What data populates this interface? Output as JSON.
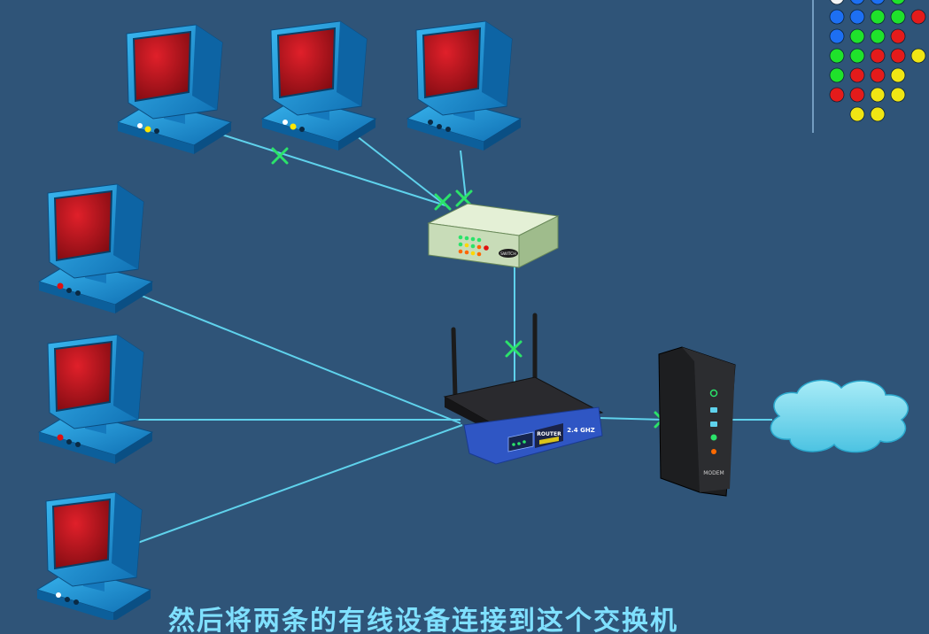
{
  "diagram": {
    "labels": {
      "switch": "SWITCH",
      "router": "ROUTER",
      "band": "2.4 GHZ",
      "modem": "MODEM"
    },
    "colors": {
      "background": "#2f5478",
      "link": "#5fd2ec",
      "packet": "#2be36a",
      "monitor_body": "#1a8fd4",
      "screen": "#c0121b",
      "switch_body": "#c8dcb8",
      "router_body": "#1f1f22",
      "router_face": "#2f56c4",
      "modem_body": "#202124",
      "cloud": "#7fdcef"
    },
    "legend_dots": [
      [
        "white",
        "blue",
        "blue",
        "green"
      ],
      [
        "blue",
        "blue",
        "green",
        "green",
        "red"
      ],
      [
        "blue",
        "green",
        "green",
        "red"
      ],
      [
        "green",
        "green",
        "red",
        "red",
        "yellow"
      ],
      [
        "green",
        "red",
        "red",
        "yellow"
      ],
      [
        "red",
        "red",
        "yellow",
        "yellow"
      ],
      [
        "yellow",
        "yellow"
      ]
    ]
  },
  "caption": "然后将两条的有线设备连接到这个交换机"
}
